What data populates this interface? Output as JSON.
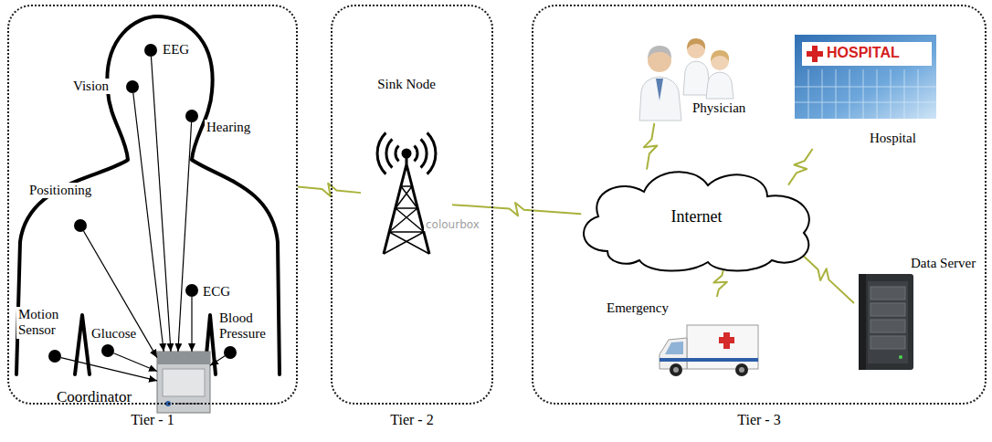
{
  "diagram": {
    "nodes": [
      {
        "text": [
          "Tier - 1"
        ]
      },
      {
        "text": [
          "EEG"
        ],
        "in": 0
      },
      {
        "text": [
          "Vision"
        ],
        "in": 0
      },
      {
        "text": [
          "Hearing"
        ],
        "in": 0
      },
      {
        "text": [
          "Positioning"
        ],
        "in": 0
      },
      {
        "text": [
          "ECG"
        ],
        "in": 0
      },
      {
        "text": [
          "Motion Sensor"
        ],
        "in": 0
      },
      {
        "text": [
          "Glucose"
        ],
        "in": 0
      },
      {
        "text": [
          "Blood Pressure"
        ],
        "in": 0
      },
      {
        "text": [
          "Coordinator"
        ],
        "in": 0
      },
      {
        "text": [
          "Tier - 2"
        ]
      },
      {
        "text": [
          "Sink Node"
        ],
        "in": 10
      },
      {
        "text": [
          "Tier - 3"
        ]
      },
      {
        "text": [
          "Physician"
        ],
        "in": 12
      },
      {
        "text": [
          "Hospital"
        ],
        "in": 12
      },
      {
        "text": [
          "Internet"
        ],
        "in": 12
      },
      {
        "text": [
          "Emergency"
        ],
        "in": 12
      },
      {
        "text": [
          "Data Server"
        ],
        "in": 12
      }
    ],
    "edges": [
      {
        "from": 1,
        "to": 9,
        "arrow": "to"
      },
      {
        "from": 2,
        "to": 9,
        "arrow": "to"
      },
      {
        "from": 3,
        "to": 9,
        "arrow": "to"
      },
      {
        "from": 4,
        "to": 9,
        "arrow": "to"
      },
      {
        "from": 5,
        "to": 9,
        "arrow": "to"
      },
      {
        "from": 6,
        "to": 9,
        "arrow": "to"
      },
      {
        "from": 7,
        "to": 9,
        "arrow": "to"
      },
      {
        "from": 8,
        "to": 9,
        "arrow": "to"
      },
      {
        "from": 0,
        "to": 11,
        "arrow": "none"
      },
      {
        "from": 11,
        "to": 15,
        "arrow": "none"
      },
      {
        "from": 15,
        "to": 13,
        "arrow": "none"
      },
      {
        "from": 15,
        "to": 14,
        "arrow": "none"
      },
      {
        "from": 15,
        "to": 16,
        "arrow": "none"
      },
      {
        "from": 15,
        "to": 17,
        "arrow": "none"
      }
    ],
    "labels": [
      "HOSPITAL",
      "colourbox"
    ]
  }
}
